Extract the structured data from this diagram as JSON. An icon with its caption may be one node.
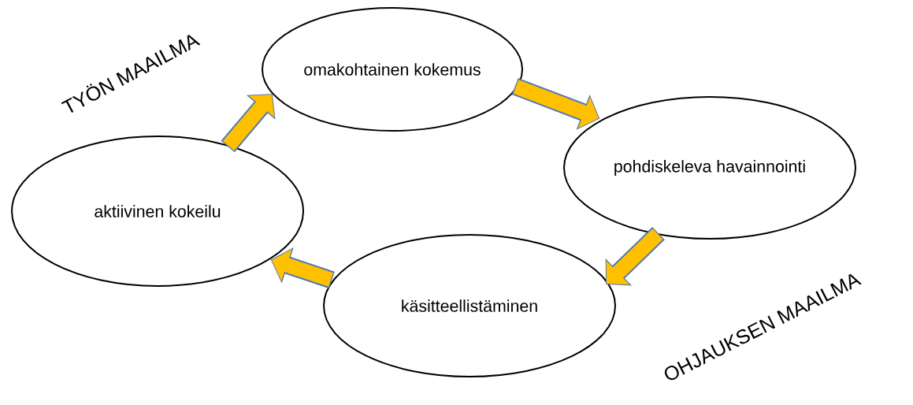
{
  "diagram": {
    "nodes": [
      {
        "text": [
          "omakohtainen kokemus"
        ]
      },
      {
        "text": [
          "pohdiskeleva havainnointi"
        ]
      },
      {
        "text": [
          "käsitteellistäminen"
        ]
      },
      {
        "text": [
          "aktiivinen kokeilu"
        ]
      }
    ],
    "edges": [
      {
        "from": 0,
        "to": 1,
        "arrow": "to"
      },
      {
        "from": 1,
        "to": 2,
        "arrow": "to"
      },
      {
        "from": 2,
        "to": 3,
        "arrow": "to"
      },
      {
        "from": 3,
        "to": 0,
        "arrow": "to"
      }
    ],
    "labels": [
      "TYÖN MAAILMA",
      "OHJAUKSEN MAAILMA"
    ]
  }
}
